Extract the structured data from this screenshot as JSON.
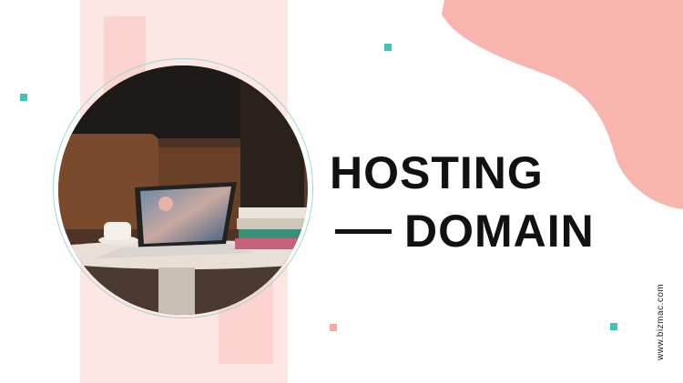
{
  "headline": {
    "line1": "HOSTING",
    "line2": "DOMAIN"
  },
  "website": "www.bizmac.com",
  "colors": {
    "accent_pink": "#f8b5ad",
    "accent_teal": "#3cc6b8",
    "panel_pink": "#fde6e4",
    "text": "#111111"
  },
  "photo": {
    "subject": "laptop-on-table-image"
  }
}
